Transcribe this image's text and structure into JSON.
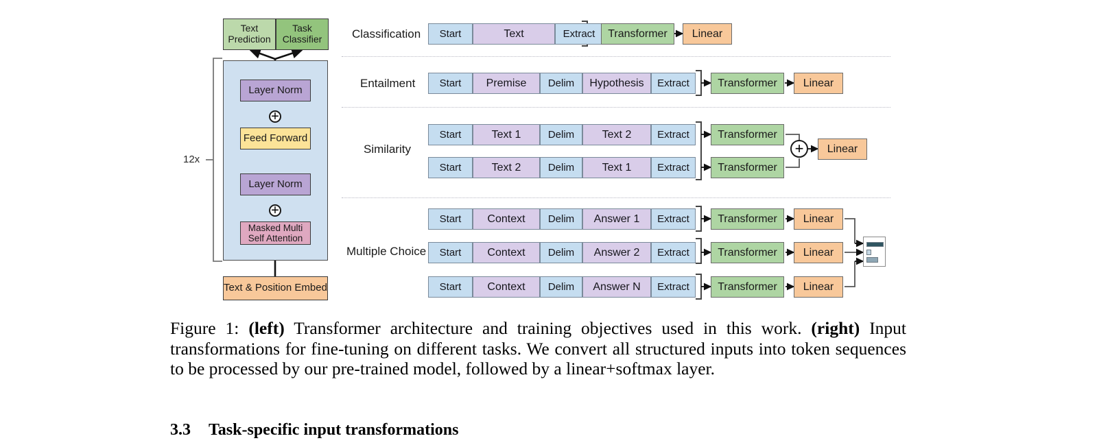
{
  "figure": {
    "caption_prefix": "Figure 1:",
    "caption_bold_left": "(left)",
    "caption_part1": " Transformer architecture and training objectives used in this work. ",
    "caption_bold_right": "(right)",
    "caption_part2": " Input transformations for fine-tuning on different tasks. We convert all structured inputs into token sequences to be processed by our pre-trained model, followed by a linear+softmax layer."
  },
  "section": {
    "number": "3.3",
    "title": "Task-specific input transformations"
  },
  "architecture": {
    "repeat_label": "12x",
    "heads": [
      {
        "label": "Text\nPrediction",
        "color": "#bcd9ab"
      },
      {
        "label": "Task\nClassifier",
        "color": "#93c47d"
      }
    ],
    "head_text_prediction_line1": "Text",
    "head_text_prediction_line2": "Prediction",
    "head_task_classifier_line1": "Task",
    "head_task_classifier_line2": "Classifier",
    "layers": [
      {
        "label": "Layer Norm",
        "color": "#b9a5d4"
      },
      {
        "label": "Feed Forward",
        "color": "#fce398"
      },
      {
        "label": "Layer Norm",
        "color": "#b9a5d4"
      },
      {
        "label": "Masked Multi\nSelf Attention",
        "color": "#dfa8c0"
      }
    ],
    "layer_norm_top": "Layer Norm",
    "feed_forward": "Feed Forward",
    "layer_norm_bottom": "Layer Norm",
    "attention_line1": "Masked Multi",
    "attention_line2": "Self Attention",
    "embedding": "Text & Position Embed",
    "residual_symbol": "+"
  },
  "tasks": [
    {
      "name": "Classification",
      "sequences": [
        {
          "tokens": [
            "Start",
            "Text",
            "Extract"
          ]
        }
      ],
      "modules": [
        "Transformer",
        "Linear"
      ]
    },
    {
      "name": "Entailment",
      "sequences": [
        {
          "tokens": [
            "Start",
            "Premise",
            "Delim",
            "Hypothesis",
            "Extract"
          ]
        }
      ],
      "modules": [
        "Transformer",
        "Linear"
      ]
    },
    {
      "name": "Similarity",
      "sequences": [
        {
          "tokens": [
            "Start",
            "Text 1",
            "Delim",
            "Text 2",
            "Extract"
          ]
        },
        {
          "tokens": [
            "Start",
            "Text 2",
            "Delim",
            "Text 1",
            "Extract"
          ]
        }
      ],
      "modules": [
        "Transformer",
        "Transformer",
        "Linear"
      ],
      "combiner": "+"
    },
    {
      "name": "Multiple Choice",
      "sequences": [
        {
          "tokens": [
            "Start",
            "Context",
            "Delim",
            "Answer 1",
            "Extract"
          ]
        },
        {
          "tokens": [
            "Start",
            "Context",
            "Delim",
            "Answer 2",
            "Extract"
          ]
        },
        {
          "tokens": [
            "Start",
            "Context",
            "Delim",
            "Answer N",
            "Extract"
          ]
        }
      ],
      "modules": [
        "Transformer",
        "Linear"
      ],
      "output": "softmax-bars"
    }
  ],
  "labels": {
    "transformer": "Transformer",
    "linear": "Linear",
    "start": "Start",
    "delim": "Delim",
    "extract": "Extract",
    "text": "Text",
    "premise": "Premise",
    "hypothesis": "Hypothesis",
    "text1": "Text 1",
    "text2": "Text 2",
    "context": "Context",
    "answer1": "Answer 1",
    "answer2": "Answer 2",
    "answerN": "Answer N",
    "classification": "Classification",
    "entailment": "Entailment",
    "similarity": "Similarity",
    "multiple_choice": "Multiple Choice",
    "plus": "+"
  },
  "colors": {
    "token_blue": "#c5ddf0",
    "token_lilac": "#d9cde9",
    "transformer_green": "#aed5a3",
    "linear_orange": "#f8c89a",
    "layer_norm_purple": "#b9a5d4",
    "feed_forward_yellow": "#fce398",
    "attention_pink": "#dfa8c0",
    "panel_blue": "#cfe0f0",
    "embed_orange": "#f8c89a",
    "head_green_light": "#bcd9ab",
    "head_green_dark": "#93c47d",
    "softmax_bar_dark": "#2f5561",
    "softmax_bar_mid": "#8fa7b5",
    "softmax_bar_light": "#c6d8e4"
  }
}
